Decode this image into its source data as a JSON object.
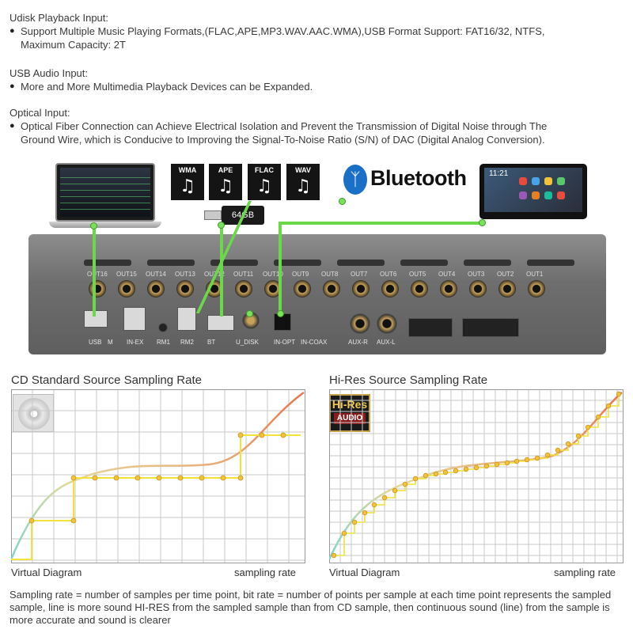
{
  "text_sections": [
    {
      "title": "Udisk Playback Input:",
      "bullet": "Support Multiple Music Playing Formats,(FLAC,APE,MP3.WAV.AAC.WMA),USB Format Support: FAT16/32, NTFS,",
      "continuation": "Maximum Capacity: 2T"
    },
    {
      "title": "USB Audio Input:",
      "bullet": "More and More Multimedia Playback Devices can be Expanded.",
      "continuation": ""
    },
    {
      "title": "Optical Input:",
      "bullet": "Optical Fiber Connection can Achieve Electrical Isolation and Prevent the Transmission of Digital Noise through The",
      "continuation": "Ground Wire, which is Conducive to Improving the Signal-To-Noise Ratio (S/N) of DAC (Digital Analog Conversion)."
    }
  ],
  "formats": [
    "WMA",
    "APE",
    "FLAC",
    "WAV"
  ],
  "usb_stick_label": "64GB",
  "bluetooth_label": "Bluetooth",
  "tablet_clock": "11:21",
  "amp": {
    "outputs": [
      "OUT16",
      "OUT15",
      "OUT14",
      "OUT13",
      "OUT12",
      "OUT11",
      "OUT10",
      "OUT9",
      "OUT8",
      "OUT7",
      "OUT6",
      "OUT5",
      "OUT4",
      "OUT3",
      "OUT2",
      "OUT1"
    ],
    "bottom_labels": [
      "USB",
      "M",
      "IN-EX",
      "RM1",
      "RM2",
      "BT",
      "U_DISK",
      "IN-OPT",
      "IN-COAX",
      "AUX-R",
      "AUX-L"
    ]
  },
  "charts": {
    "cd": {
      "title": "CD Standard Source Sampling Rate",
      "xlabel": "sampling rate",
      "ylabel": "Virtual Diagram"
    },
    "hires": {
      "title": "Hi-Res Source Sampling Rate",
      "xlabel": "sampling rate",
      "ylabel": "Virtual Diagram",
      "badge_top": "Hi-Res",
      "badge_bottom": "AUDIO"
    }
  },
  "footer": "Sampling rate = number of samples per time point, bit rate = number of points per sample at each time point represents the sampled sample, line is more sound HI-RES from the sampled sample than from CD sample, then continuous sound (line) from the sample is more accurate and sound is clearer",
  "colors": {
    "connection_green": "#6bd84a",
    "step_yellow": "#f2e23a",
    "curve_start": "#7fd6c9",
    "curve_end": "#e8754a"
  }
}
